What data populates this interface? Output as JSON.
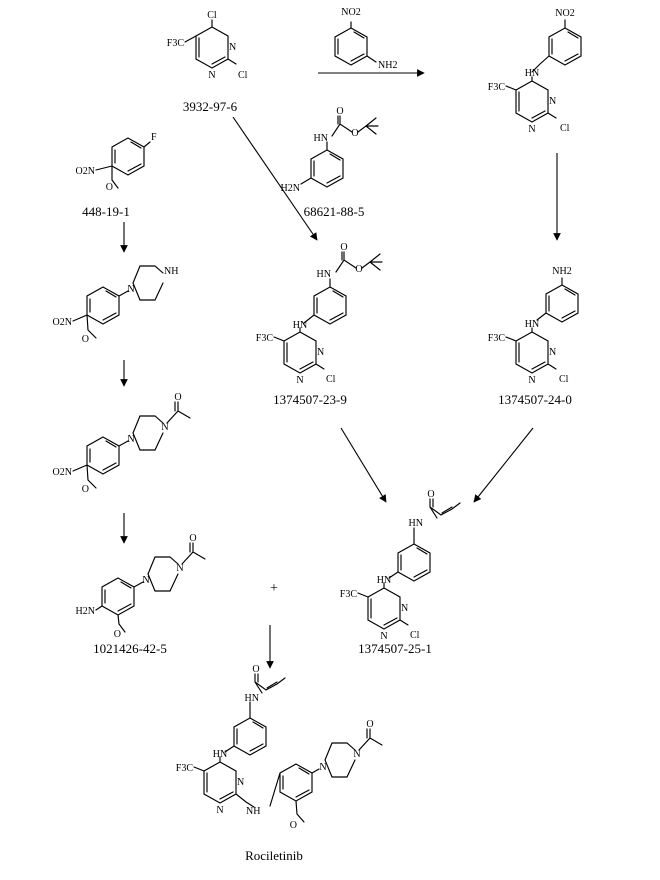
{
  "scheme": {
    "arrow_head_color": "#000000",
    "plus_sign": "+",
    "compounds": {
      "dichloropyrimidine": {
        "label": "3932-97-6",
        "atoms": {
          "cl_top": "Cl",
          "cl_bottom": "Cl",
          "n_1": "N",
          "n_2": "N",
          "cf3": "F3C"
        }
      },
      "nitroaniline": {
        "atoms": {
          "no2": "NO2",
          "nh2": "NH2"
        }
      },
      "product_nitro": {
        "atoms": {
          "no2": "NO2",
          "hn": "HN",
          "cf3": "F3C",
          "n_1": "N",
          "n_2": "N",
          "cl": "Cl"
        }
      },
      "fluoronitroanisole": {
        "label": "448-19-1",
        "atoms": {
          "f": "F",
          "o2n": "O2N",
          "o": "O"
        }
      },
      "boc_diamine": {
        "label": "68621-88-5",
        "atoms": {
          "o_carbonyl": "O",
          "hn": "HN",
          "o_ester": "O",
          "h2n": "H2N"
        }
      },
      "boc_intermediate": {
        "label": "1374507-23-9",
        "atoms": {
          "o_carbonyl": "O",
          "hn_carbamate": "HN",
          "o_ester": "O",
          "hn": "HN",
          "cf3": "F3C",
          "n_1": "N",
          "n_2": "N",
          "cl": "Cl"
        }
      },
      "amine_intermediate": {
        "label": "1374507-24-0",
        "atoms": {
          "nh2": "NH2",
          "hn": "HN",
          "cf3": "F3C",
          "n_1": "N",
          "n_2": "N",
          "cl": "Cl"
        }
      },
      "piperazine_nitro": {
        "atoms": {
          "nh": "NH",
          "n": "N",
          "o2n": "O2N",
          "o": "O"
        }
      },
      "acetylpiperazine_nitro": {
        "atoms": {
          "o": "O",
          "n_acyl": "N",
          "n_aryl": "N",
          "o2n": "O2N",
          "o_methoxy": "O"
        }
      },
      "aniline_acetylpiperazine": {
        "label": "1021426-42-5",
        "atoms": {
          "o": "O",
          "n_acyl": "N",
          "n_aryl": "N",
          "h2n": "H2N",
          "o_methoxy": "O"
        }
      },
      "acrylamide_intermediate": {
        "label": "1374507-25-1",
        "atoms": {
          "o": "O",
          "hn_amide": "HN",
          "hn": "HN",
          "cf3": "F3C",
          "n_1": "N",
          "n_2": "N",
          "cl": "Cl"
        }
      },
      "rociletinib": {
        "label": "Rociletinib",
        "atoms": {
          "o_amide": "O",
          "hn_amide": "HN",
          "hn": "HN",
          "cf3": "F3C",
          "n_1": "N",
          "n_2": "N",
          "nh": "NH",
          "n_aryl": "N",
          "n_acyl": "N",
          "o_acetyl": "O",
          "o_methoxy": "O"
        }
      }
    }
  }
}
